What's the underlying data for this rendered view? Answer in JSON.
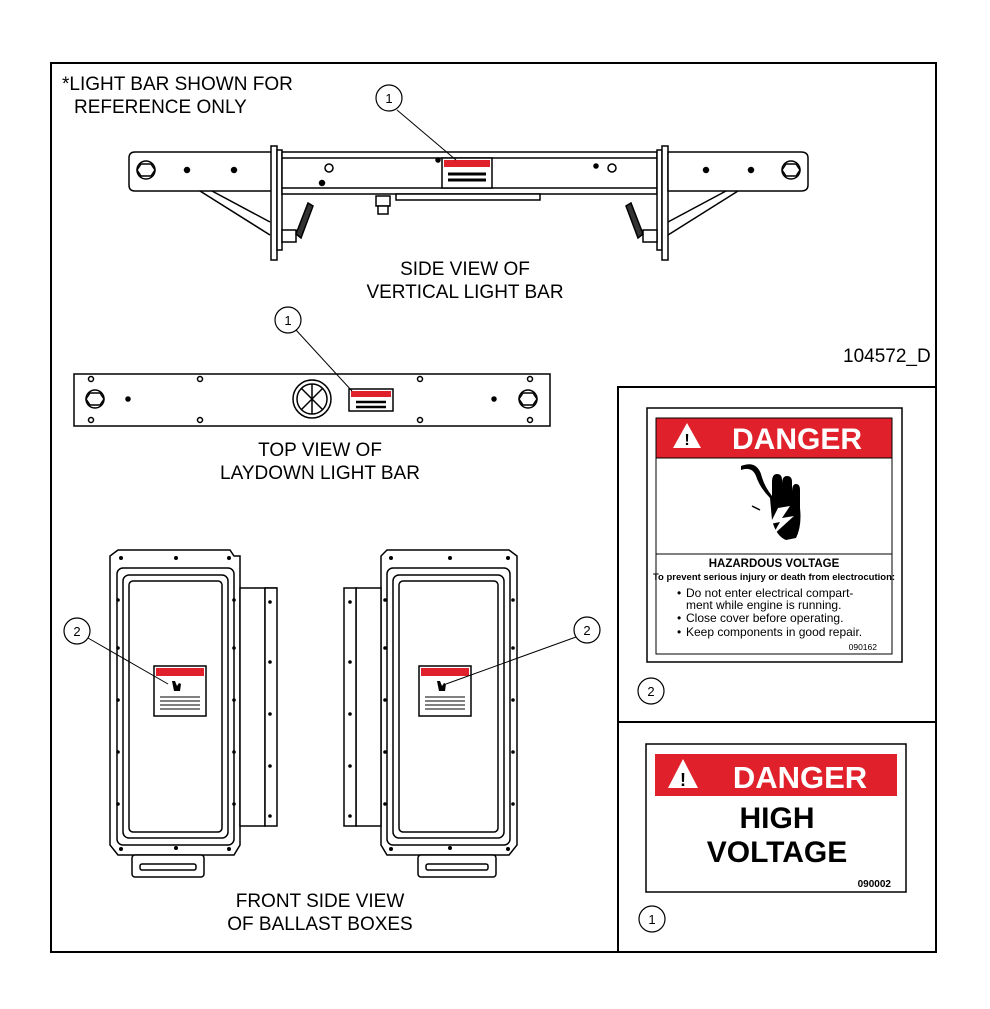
{
  "note": {
    "line1": "*LIGHT BAR SHOWN FOR",
    "line2": "REFERENCE ONLY"
  },
  "part_number": "104572_D",
  "views": {
    "side": {
      "line1": "SIDE VIEW OF",
      "line2": "VERTICAL LIGHT BAR"
    },
    "top": {
      "line1": "TOP VIEW OF",
      "line2": "LAYDOWN LIGHT BAR"
    },
    "front": {
      "line1": "FRONT SIDE VIEW",
      "line2": "OF BALLAST BOXES"
    }
  },
  "callouts": {
    "one": "1",
    "two": "2"
  },
  "decal_hazardous": {
    "header": "DANGER",
    "title": "HAZARDOUS VOLTAGE",
    "subtitle": "To prevent serious injury or death from electrocution:",
    "bullets": [
      "Do not enter electrical compart-",
      "ment while engine is running.",
      "Close cover before operating.",
      "Keep components in good repair."
    ],
    "code": "090162"
  },
  "decal_high_voltage": {
    "header": "DANGER",
    "line1": "HIGH",
    "line2": "VOLTAGE",
    "code": "090002"
  },
  "colors": {
    "danger_red": "#e0202a",
    "line": "#000000"
  }
}
